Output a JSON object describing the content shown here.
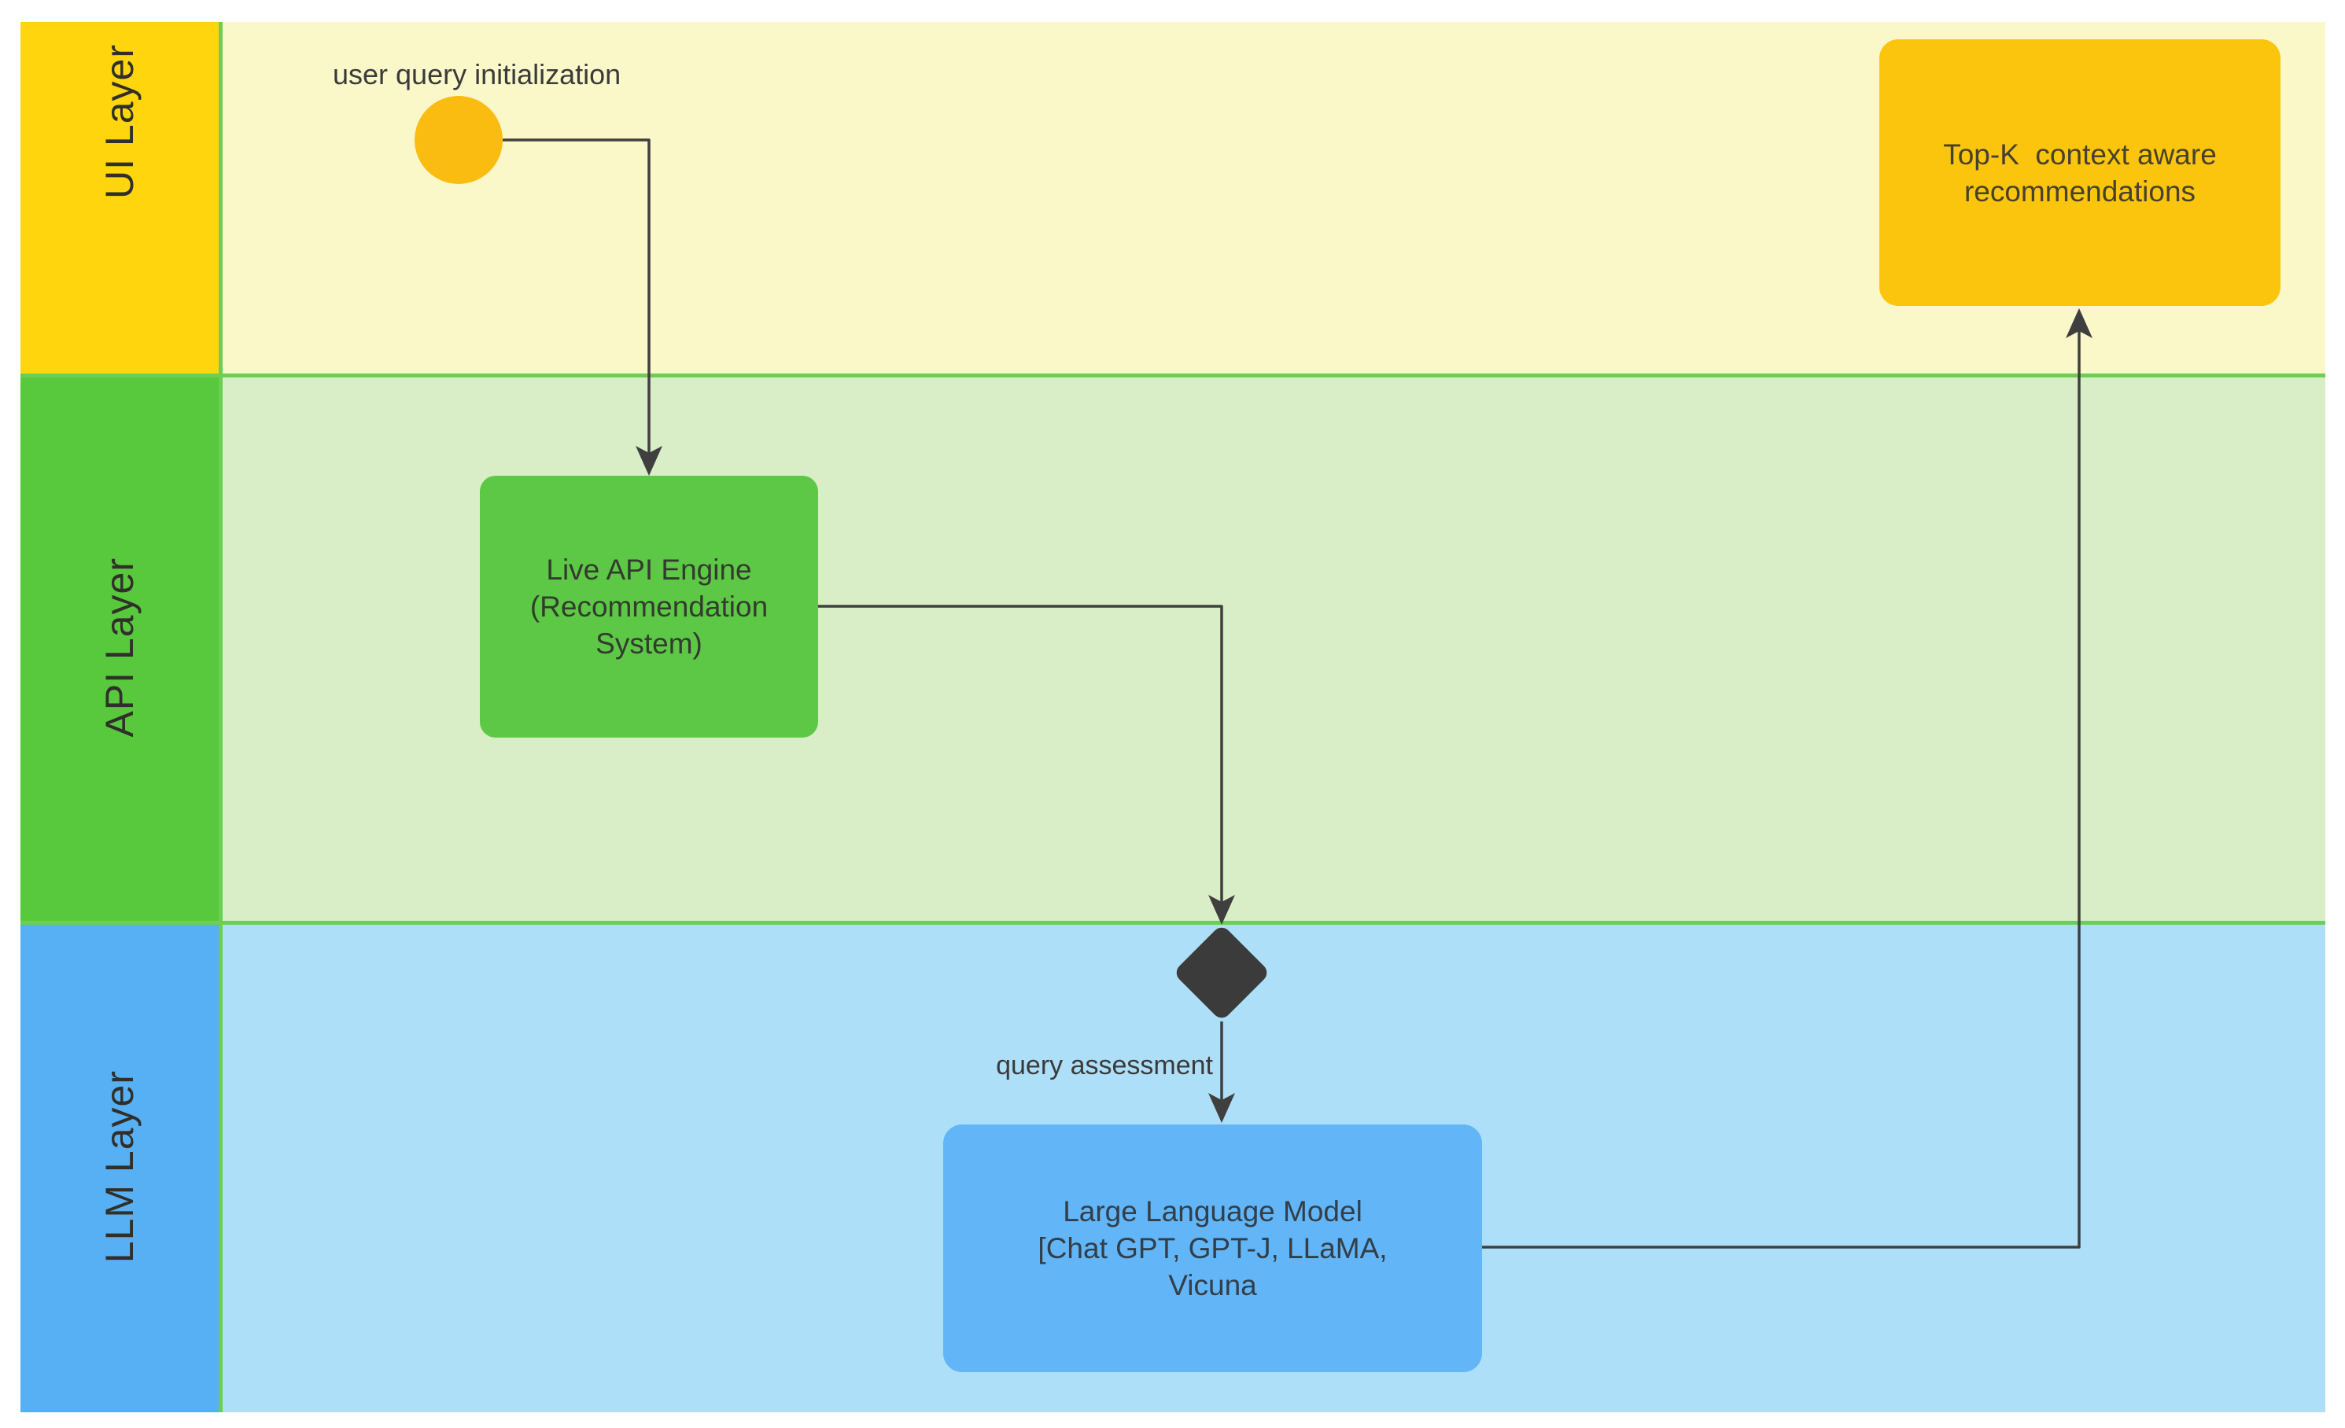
{
  "diagram": {
    "type": "swimlane-flowchart",
    "lanes": [
      {
        "id": "ui",
        "label": "UI Layer"
      },
      {
        "id": "api",
        "label": "API Layer"
      },
      {
        "id": "llm",
        "label": "LLM Layer"
      }
    ],
    "nodes": {
      "start_circle": {
        "shape": "circle",
        "lane": "ui",
        "label": ""
      },
      "api_engine_box": {
        "shape": "rounded-rect",
        "lane": "api",
        "line1": "Live API Engine",
        "line2": "(Recommendation",
        "line3": "System)"
      },
      "decision_diamond": {
        "shape": "diamond",
        "lane": "llm",
        "label": ""
      },
      "llm_box": {
        "shape": "rounded-rect",
        "lane": "llm",
        "line1": "Large Language Model",
        "line2": "[Chat GPT, GPT-J, LLaMA,",
        "line3": "Vicuna"
      },
      "topk_box": {
        "shape": "rounded-rect",
        "lane": "ui",
        "line1": "Top-K  context aware",
        "line2": "recommendations"
      }
    },
    "edge_labels": {
      "user_query": "user query initialization",
      "query_assessment": "query assessment"
    },
    "flow": [
      "start_circle -> api_engine_box",
      "api_engine_box -> decision_diamond",
      "decision_diamond -> llm_box (query assessment)",
      "llm_box -> topk_box"
    ]
  },
  "colors": {
    "band_yellow": "#ffd60d",
    "lane_yellow": "#faf7c9",
    "band_green": "#58c93d",
    "lane_green": "#d9edc6",
    "band_blue": "#57b0f4",
    "lane_blue": "#aedff8",
    "divider_green": "#6cce52",
    "circle_amber": "#fbbc12",
    "box_green": "#5cc845",
    "box_blue": "#62b5f6",
    "box_gold": "#fbc50e",
    "diamond_dark": "#3b3b3b",
    "connector_dark": "#3f3f3f"
  }
}
